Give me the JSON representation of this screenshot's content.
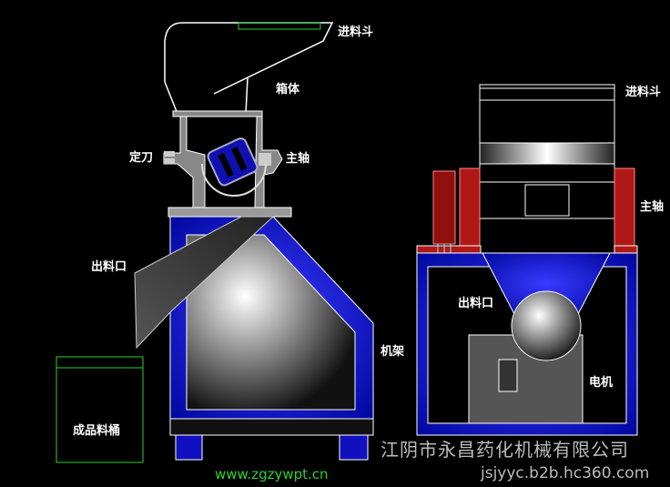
{
  "labels": {
    "left_hopper": "进料斗",
    "box_body": "箱体",
    "fixed_blade": "定刀",
    "left_main_shaft": "主轴",
    "left_outlet": "出料口",
    "machine_frame": "机架",
    "product_bin": "成品料桶",
    "right_hopper": "进料斗",
    "right_main_shaft": "主轴",
    "right_outlet": "出料口",
    "motor": "电机"
  },
  "watermark": {
    "company": "江阴市永昌药化机械有限公司",
    "site1": "www.zgzywpt.cn",
    "site2": "jsjyyc.b2b.hc360.com"
  },
  "colors": {
    "frame_blue": "#0a10d8",
    "line": "#ffffff",
    "accent_green": "#2fd12f",
    "bearing_red": "#b01818"
  }
}
